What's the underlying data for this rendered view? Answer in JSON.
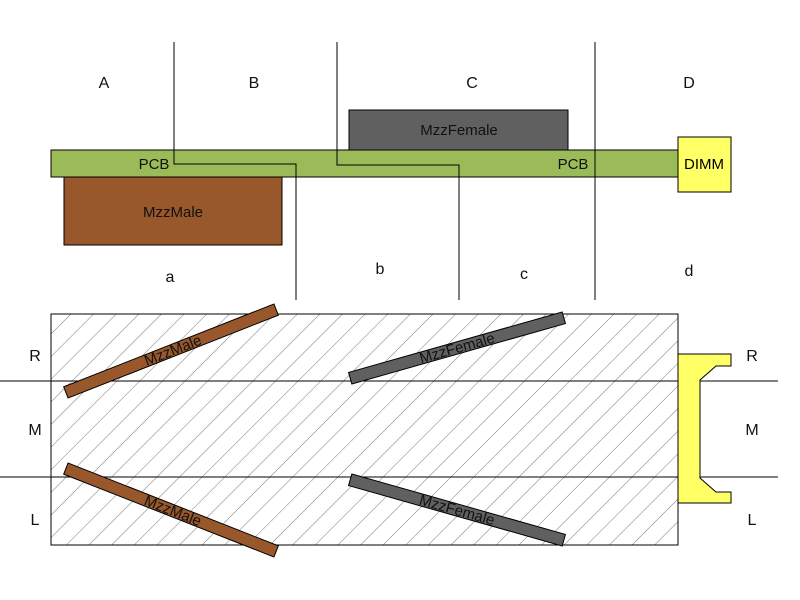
{
  "colors": {
    "pcb": "#9bbb59",
    "mzz_male": "#98582b",
    "mzz_female": "#606060",
    "dimm": "#ffff66",
    "outline": "#000000",
    "hatch_background": "#ffffff"
  },
  "top_view": {
    "zones_upper": [
      "A",
      "B",
      "C",
      "D"
    ],
    "zones_lower": [
      "a",
      "b",
      "c",
      "d"
    ],
    "pcb_label_left": "PCB",
    "pcb_label_right": "PCB",
    "mzz_female_label": "MzzFemale",
    "mzz_male_label": "MzzMale",
    "dimm_label": "DIMM"
  },
  "bottom_view": {
    "rows_left": [
      "R",
      "M",
      "L"
    ],
    "rows_right": [
      "R",
      "M",
      "L"
    ],
    "connector_labels": {
      "male_upper": "MzzMale",
      "female_upper": "MzzFemale",
      "male_lower": "MzzMale",
      "female_lower": "MzzFemale"
    },
    "hatched_area": true
  }
}
